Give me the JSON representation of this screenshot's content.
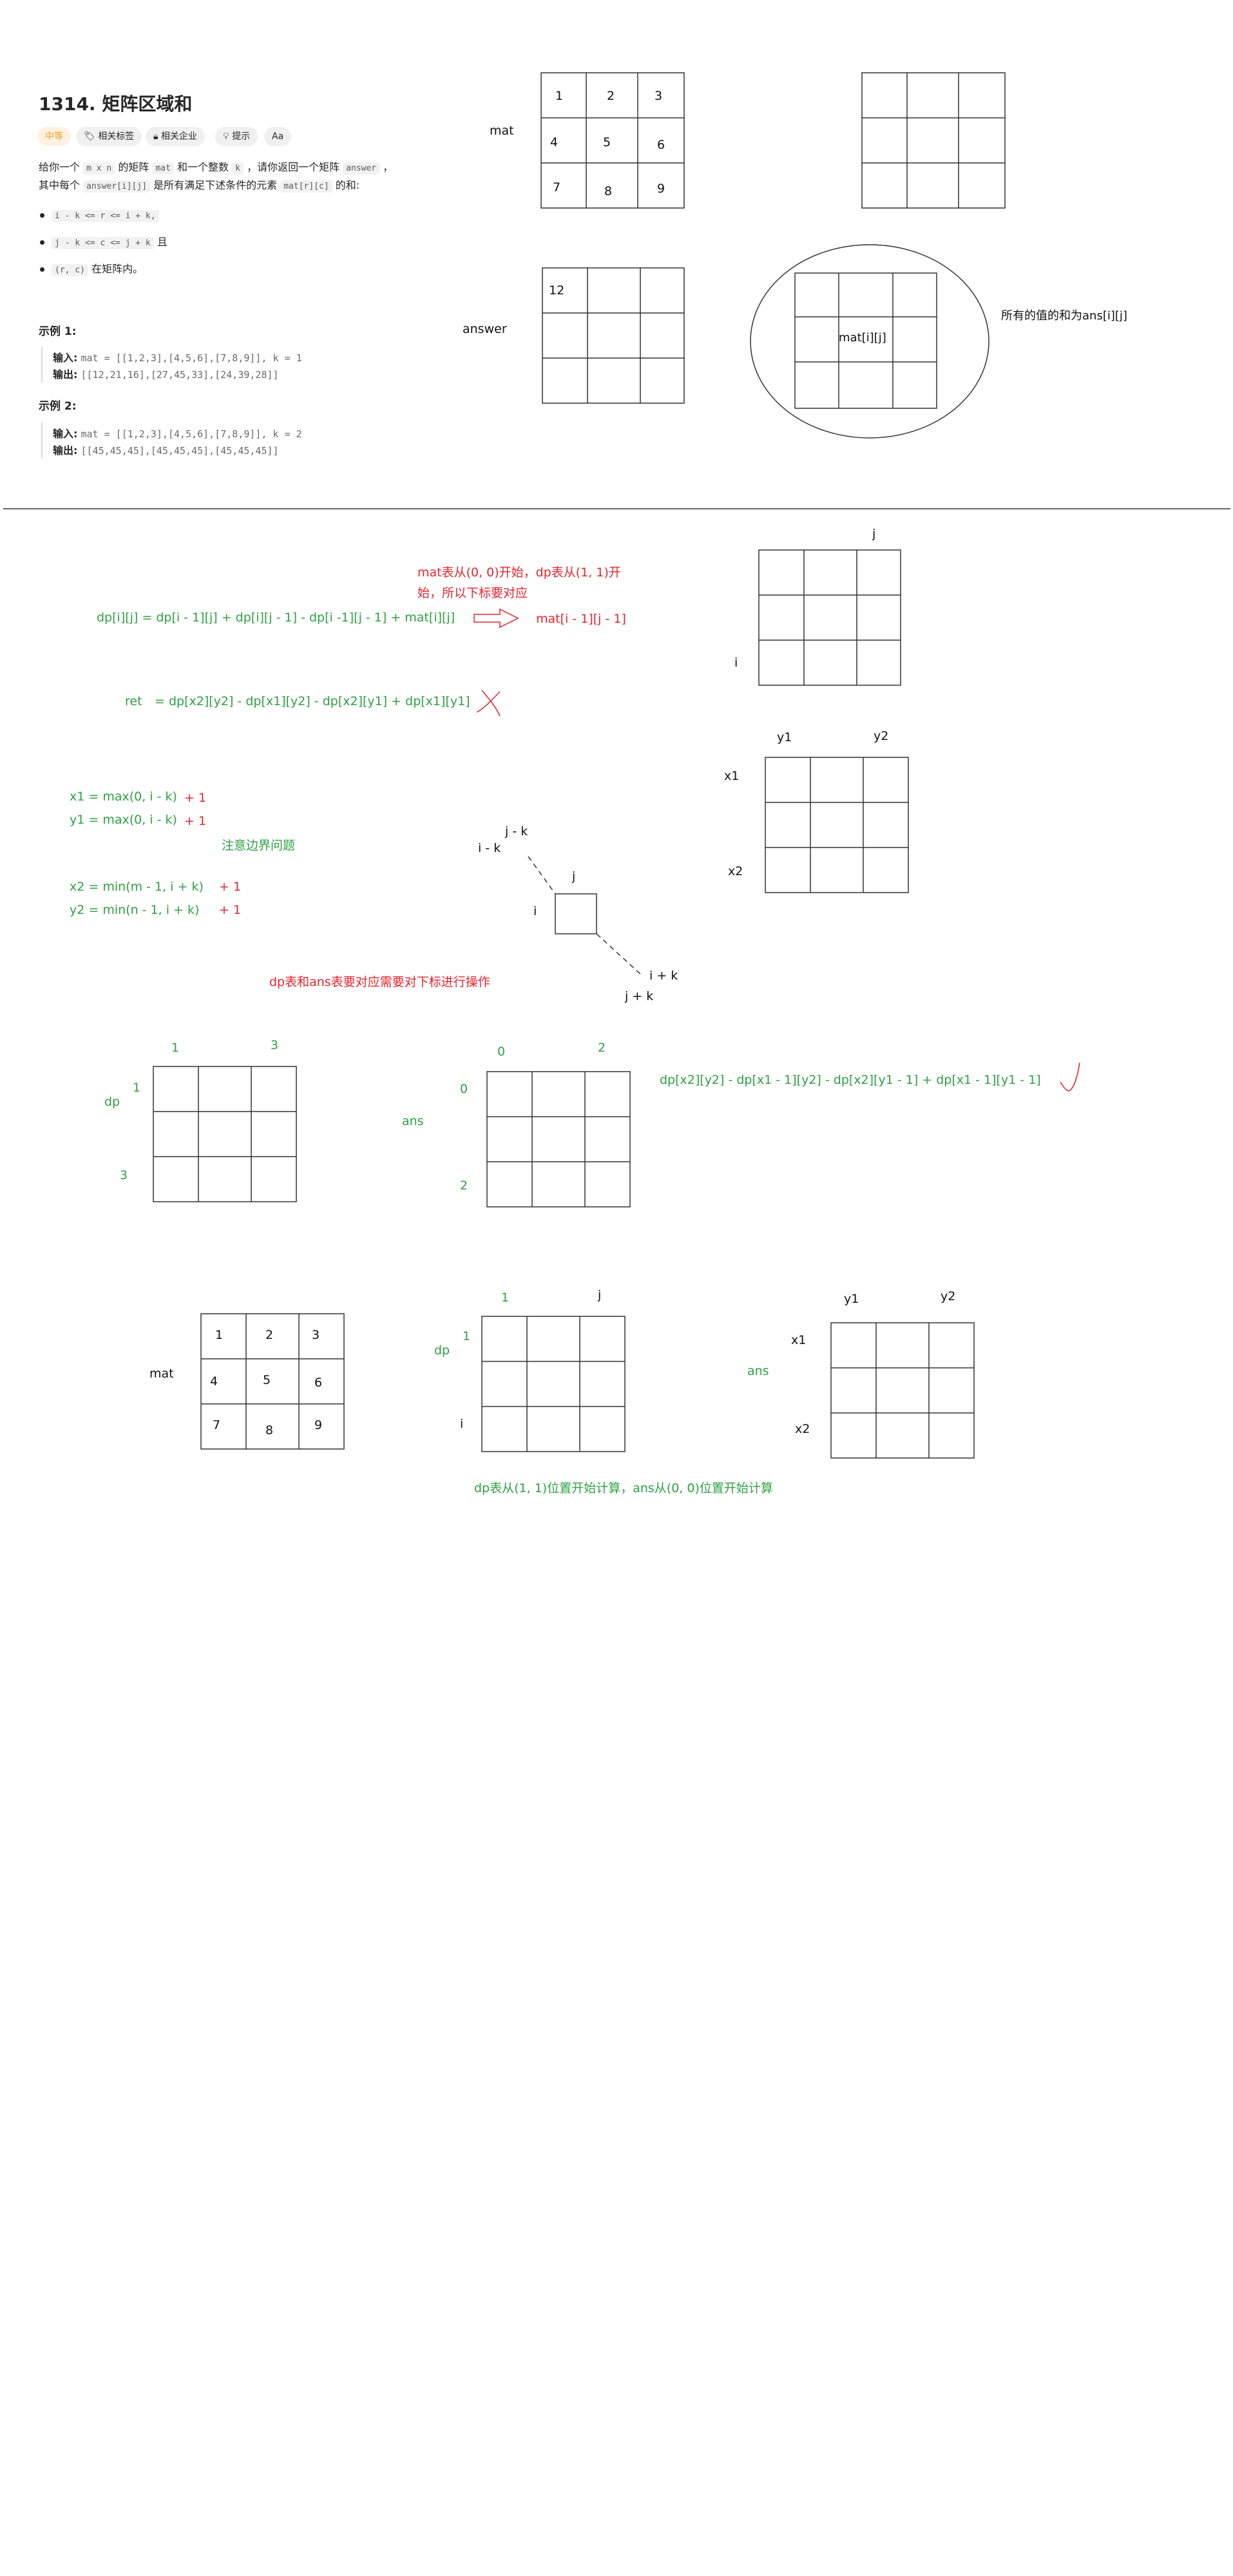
{
  "problem": {
    "title": "1314. 矩阵区域和",
    "tags": {
      "difficulty": "中等",
      "related_tags": "相关标签",
      "related_companies": "相关企业",
      "hint": "提示",
      "font": "Aa"
    },
    "desc": {
      "l1_a": "给你一个",
      "l1_code1": "m x n",
      "l1_b": "的矩阵",
      "l1_code2": "mat",
      "l1_c": "和一个整数",
      "l1_code3": "k",
      "l1_d": "，请你返回一个矩阵",
      "l1_code4": "answer",
      "l1_e": "，",
      "l2_a": "其中每个",
      "l2_code1": "answer[i][j]",
      "l2_b": "是所有满足下述条件的元素",
      "l2_code2": "mat[r][c]",
      "l2_c": "的和:"
    },
    "conditions": [
      {
        "code": "i - k <= r <= i + k,",
        "text": ""
      },
      {
        "code": "j - k <= c <= j + k",
        "text": "且"
      },
      {
        "code": "(r, c)",
        "text": "在矩阵内。"
      }
    ],
    "examples": [
      {
        "title": "示例 1:",
        "input_label": "输入:",
        "input": "mat = [[1,2,3],[4,5,6],[7,8,9]], k = 1",
        "output_label": "输出:",
        "output": "[[12,21,16],[27,45,33],[24,39,28]]"
      },
      {
        "title": "示例 2:",
        "input_label": "输入:",
        "input": "mat = [[1,2,3],[4,5,6],[7,8,9]], k = 2",
        "output_label": "输出:",
        "output": "[[45,45,45],[45,45,45],[45,45,45]]"
      }
    ]
  },
  "top_sketch": {
    "mat_label": "mat",
    "mat_values": [
      "1",
      "2",
      "3",
      "4",
      "5",
      "6",
      "7",
      "8",
      "9"
    ],
    "answer_label": "answer",
    "answer_first": "12",
    "center_label": "mat[i][j]",
    "sum_note": "所有的值的和为ans[i][j]"
  },
  "notes": {
    "index_note_line1": "mat表从(0, 0)开始，dp表从(1, 1)开",
    "index_note_line2": "始，所以下标要对应",
    "dp_formula": "dp[i][j] = dp[i - 1][j] + dp[i][j - 1] - dp[i -1][j - 1] + mat[i][j]",
    "mat_index": "mat[i - 1][j - 1]",
    "ret_label": "ret",
    "ret_formula": "= dp[x2][y2] - dp[x1][y2] - dp[x2][y1] + dp[x1][y1]",
    "x1_formula": "x1 = max(0, i - k)",
    "y1_formula": "y1 = max(0, i - k)",
    "x2_formula": "x2 = min(m - 1, i + k)",
    "y2_formula": "y2 = min(n - 1, i + k)",
    "plus_one": "+ 1",
    "boundary_note": "注意边界问题",
    "dp_ans_note": "dp表和ans表要对应需要对下标进行操作",
    "final_formula": "dp[x2][y2] - dp[x1 - 1][y2] - dp[x2][y1 - 1] + dp[x1 - 1][y1 - 1]",
    "final_note": "dp表从(1, 1)位置开始计算，ans从(0, 0)位置开始计算"
  },
  "labels": {
    "i": "i",
    "j": "j",
    "x1": "x1",
    "x2": "x2",
    "y1": "y1",
    "y2": "y2",
    "i_minus_k": "i - k",
    "j_minus_k": "j - k",
    "i_plus_k": "i + k",
    "j_plus_k": "j + k",
    "dp": "dp",
    "ans": "ans",
    "mat": "mat",
    "one": "1",
    "three": "3",
    "zero": "0",
    "two": "2"
  },
  "colors": {
    "green": "#2ea043",
    "red": "#e5242e",
    "ink": "#111111",
    "grid": "#333333"
  }
}
